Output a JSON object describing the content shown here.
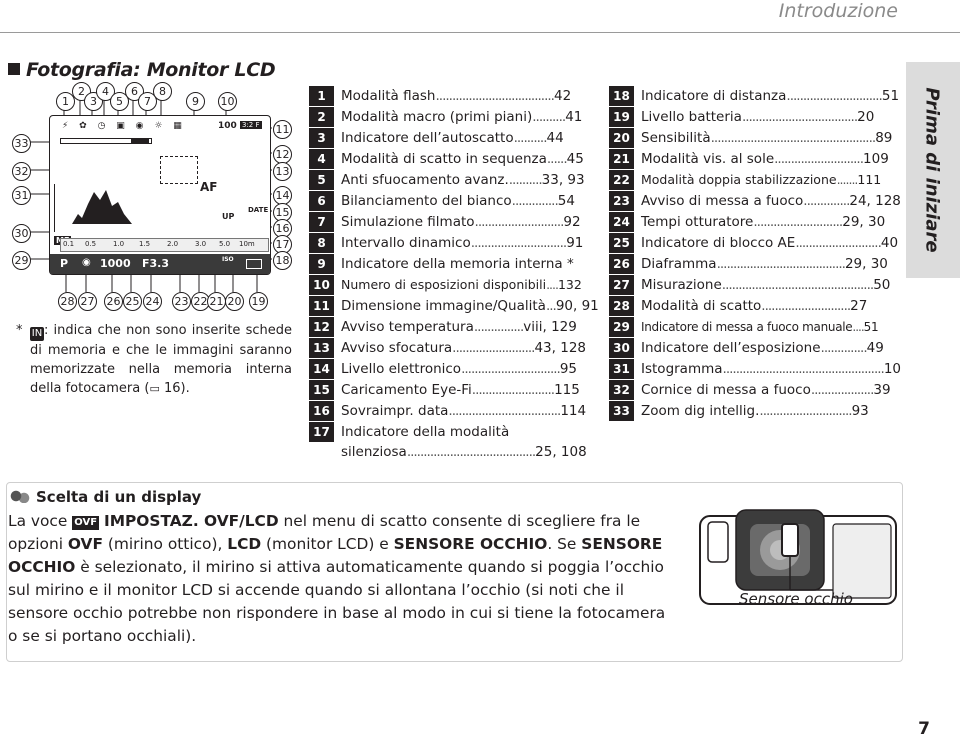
{
  "header": {
    "title": "Introduzione"
  },
  "section": {
    "title": "Fotografia: Monitor LCD"
  },
  "lcd": {
    "mode": "P",
    "shutter": "1000",
    "aperture": "F3.3",
    "focus_mode": "MF",
    "scale_ticks": [
      "0.1",
      "0.5",
      "1.0",
      "1.5",
      "2.0",
      "3.0",
      "5.0",
      "10m"
    ],
    "top_right": "100",
    "af_label": "AF",
    "up_label": "UP",
    "date_label": "DATE",
    "iso_label": "ISO"
  },
  "callouts_top": [
    "1",
    "2",
    "3",
    "4",
    "5",
    "6",
    "7",
    "8",
    "9",
    "10"
  ],
  "callouts_right": [
    "11",
    "12",
    "13",
    "14",
    "15",
    "16",
    "17",
    "18"
  ],
  "callouts_bottom": [
    "28",
    "27",
    "26",
    "25",
    "24",
    "23",
    "22",
    "21",
    "20",
    "19"
  ],
  "callouts_left": [
    "33",
    "32",
    "31",
    "30",
    "29"
  ],
  "note": {
    "star": "*",
    "text_before": ": indica che non sono inserite schede di memoria e che le immagini saranno memorizzate nella memoria interna della fotocamera (",
    "ref": "16)."
  },
  "index_col1": [
    {
      "n": "1",
      "label": "Modalità flash",
      "page": "42"
    },
    {
      "n": "2",
      "label": "Modalità macro (primi piani)",
      "page": "41"
    },
    {
      "n": "3",
      "label": "Indicatore dell’autoscatto",
      "page": "44"
    },
    {
      "n": "4",
      "label": "Modalità di scatto in sequenza",
      "page": "45"
    },
    {
      "n": "5",
      "label": "Anti sfuocamento avanz.",
      "page": "33, 93"
    },
    {
      "n": "6",
      "label": "Bilanciamento del bianco",
      "page": "54"
    },
    {
      "n": "7",
      "label": "Simulazione filmato",
      "page": "92"
    },
    {
      "n": "8",
      "label": "Intervallo dinamico",
      "page": "91"
    },
    {
      "n": "9",
      "label": "Indicatore della memoria interna *",
      "page": ""
    },
    {
      "n": "10",
      "label": "Numero di esposizioni disponibili",
      "page": "132"
    },
    {
      "n": "11",
      "label": "Dimensione immagine/Qualità",
      "page": "90, 91"
    },
    {
      "n": "12",
      "label": "Avviso temperatura",
      "page": "viii, 129"
    },
    {
      "n": "13",
      "label": "Avviso sfocatura",
      "page": "43, 128"
    },
    {
      "n": "14",
      "label": "Livello elettronico",
      "page": "95"
    },
    {
      "n": "15",
      "label": "Caricamento Eye-Fi",
      "page": "115"
    },
    {
      "n": "16",
      "label": "Sovraimpr. data",
      "page": "114"
    },
    {
      "n": "17",
      "label": "Indicatore della modalità",
      "sub": "silenziosa",
      "page": "25, 108"
    }
  ],
  "index_col2": [
    {
      "n": "18",
      "label": "Indicatore di distanza",
      "page": "51"
    },
    {
      "n": "19",
      "label": "Livello batteria",
      "page": "20"
    },
    {
      "n": "20",
      "label": "Sensibilità",
      "page": "89"
    },
    {
      "n": "21",
      "label": "Modalità vis. al sole",
      "page": "109"
    },
    {
      "n": "22",
      "label": "Modalità doppia stabilizzazione",
      "page": "111"
    },
    {
      "n": "23",
      "label": "Avviso di messa a fuoco",
      "page": "24, 128"
    },
    {
      "n": "24",
      "label": "Tempi otturatore",
      "page": "29, 30"
    },
    {
      "n": "25",
      "label": "Indicatore di blocco AE",
      "page": "40"
    },
    {
      "n": "26",
      "label": "Diaframma",
      "page": "29, 30"
    },
    {
      "n": "27",
      "label": "Misurazione",
      "page": "50"
    },
    {
      "n": "28",
      "label": "Modalità di scatto",
      "page": "27"
    },
    {
      "n": "29",
      "label": "Indicatore di messa a fuoco manuale",
      "page": "51"
    },
    {
      "n": "30",
      "label": "Indicatore dell’esposizione",
      "page": "49"
    },
    {
      "n": "31",
      "label": "Istogramma",
      "page": "10"
    },
    {
      "n": "32",
      "label": "Cornice di messa a fuoco",
      "page": "39"
    },
    {
      "n": "33",
      "label": "Zoom dig intellig.",
      "page": "93"
    }
  ],
  "side_tab": {
    "label": "Prima di iniziare"
  },
  "tip": {
    "title": "Scelta di un display",
    "p1": "La voce ",
    "badge": "OVF",
    "p2": "IMPOSTAZ. OVF/LCD",
    "p3": " nel menu di scatto consente di scegliere fra le opzioni ",
    "p4": "OVF",
    "p5": " (mirino ottico), ",
    "p6": "LCD",
    "p7": " (monitor LCD) e ",
    "p8": "SENSORE OCCHIO",
    "p9": ". Se ",
    "p10": "SENSORE OCCHIO",
    "p11": " è selezionato, il mirino si attiva automaticamente quando si poggia l’occhio sul mirino e il monitor LCD si accende quando si allontana l’occhio (si noti che il sensore occhio potrebbe non rispondere in base al modo in cui si tiene la fotocamera o se si portano occhiali).",
    "sensor_label": "Sensore occhio"
  },
  "page": {
    "number": "7"
  }
}
